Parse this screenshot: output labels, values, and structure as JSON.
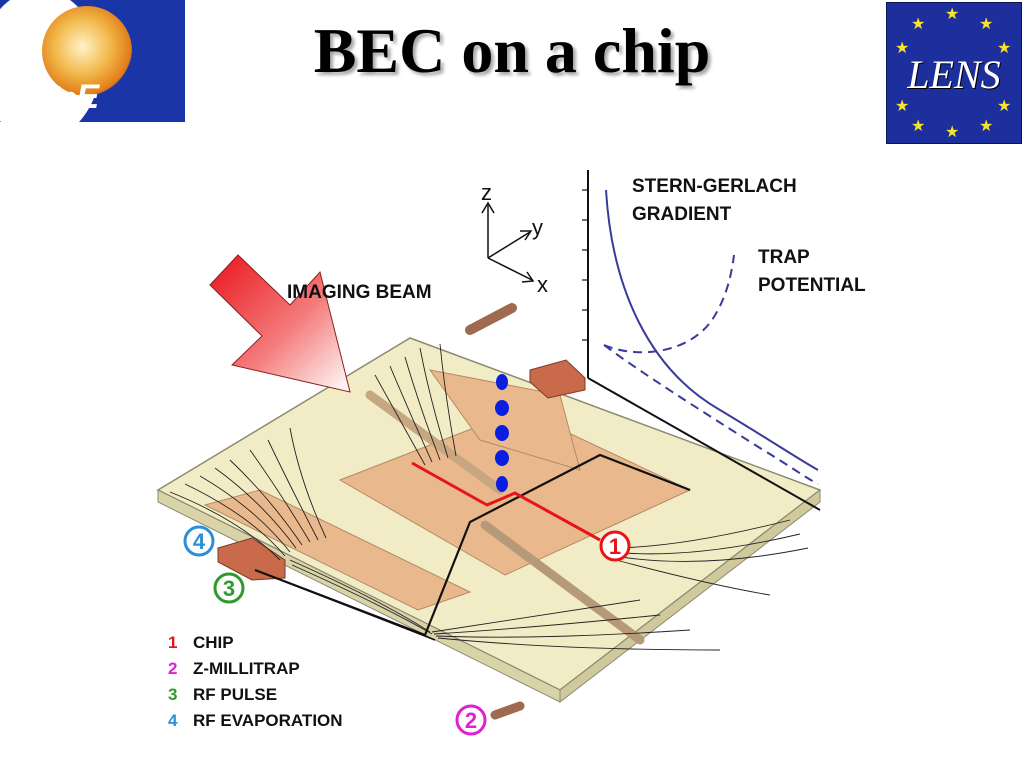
{
  "slide": {
    "title": "BEC on a chip",
    "logo_left_text": "D•E",
    "logo_right_text": "LENS"
  },
  "diagram": {
    "axes": {
      "z": "z",
      "y": "y",
      "x": "x"
    },
    "imaging_beam": "IMAGING BEAM",
    "stern_gerlach_line1": "STERN-GERLACH",
    "stern_gerlach_line2": "GRADIENT",
    "trap_line1": "TRAP",
    "trap_line2": "POTENTIAL",
    "markers": [
      "1",
      "2",
      "3",
      "4"
    ],
    "legend": [
      {
        "num": "1",
        "label": "CHIP",
        "color": "#e8141b"
      },
      {
        "num": "2",
        "label": "Z-MILLITRAP",
        "color": "#e020d0"
      },
      {
        "num": "3",
        "label": "RF PULSE",
        "color": "#2e9a2e"
      },
      {
        "num": "4",
        "label": "RF EVAPORATION",
        "color": "#2a8fd6"
      }
    ]
  },
  "colors": {
    "chip_plate": "#f2ecc6",
    "copper": "#e9b98d",
    "beam": "#e8141b",
    "curve": "#3a3a9a",
    "atoms": "#0a1ee0"
  }
}
